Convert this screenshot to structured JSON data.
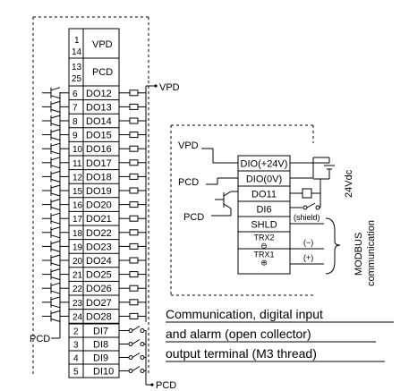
{
  "connector_top": [
    {
      "pin": "1",
      "pin2": "14",
      "signal": "VPD"
    },
    {
      "pin": "13",
      "pin2": "25",
      "signal": "PCD"
    }
  ],
  "outputs": [
    {
      "pin": "6",
      "signal": "DO12"
    },
    {
      "pin": "7",
      "signal": "DO13"
    },
    {
      "pin": "8",
      "signal": "DO14"
    },
    {
      "pin": "9",
      "signal": "DO15"
    },
    {
      "pin": "10",
      "signal": "DO16"
    },
    {
      "pin": "11",
      "signal": "DO17"
    },
    {
      "pin": "12",
      "signal": "DO18"
    },
    {
      "pin": "15",
      "signal": "DO19"
    },
    {
      "pin": "16",
      "signal": "DO20"
    },
    {
      "pin": "17",
      "signal": "DO21"
    },
    {
      "pin": "18",
      "signal": "DO22"
    },
    {
      "pin": "19",
      "signal": "DO23"
    },
    {
      "pin": "20",
      "signal": "DO24"
    },
    {
      "pin": "21",
      "signal": "DO25"
    },
    {
      "pin": "22",
      "signal": "DO26"
    },
    {
      "pin": "23",
      "signal": "DO27"
    },
    {
      "pin": "24",
      "signal": "DO28"
    }
  ],
  "inputs": [
    {
      "pin": "2",
      "signal": "DI7"
    },
    {
      "pin": "3",
      "signal": "DI8"
    },
    {
      "pin": "4",
      "signal": "DI9"
    },
    {
      "pin": "5",
      "signal": "DI10"
    }
  ],
  "labels": {
    "vpd_left": "VPD",
    "pcd_left": "PCD",
    "pcd_bottom": "PCD"
  },
  "terminal_block": {
    "rows": [
      "DIO(+24V)",
      "DIO(0V)",
      "DO11",
      "DI6",
      "SHLD",
      "TRX2",
      "TRX1"
    ],
    "vpd_label": "VPD",
    "pcd_label_1": "PCD",
    "pcd_label_2": "PCD",
    "voltage": "24Vdc",
    "shield": "(shield)",
    "minus": "(−)",
    "plus": "(+)",
    "sym_minus": "⊖",
    "sym_plus": "⊕",
    "modbus": "MODBUS",
    "communication": "communication"
  },
  "caption": [
    "Communication, digital input",
    "and alarm (open collector)",
    "output terminal (M3 thread)"
  ]
}
